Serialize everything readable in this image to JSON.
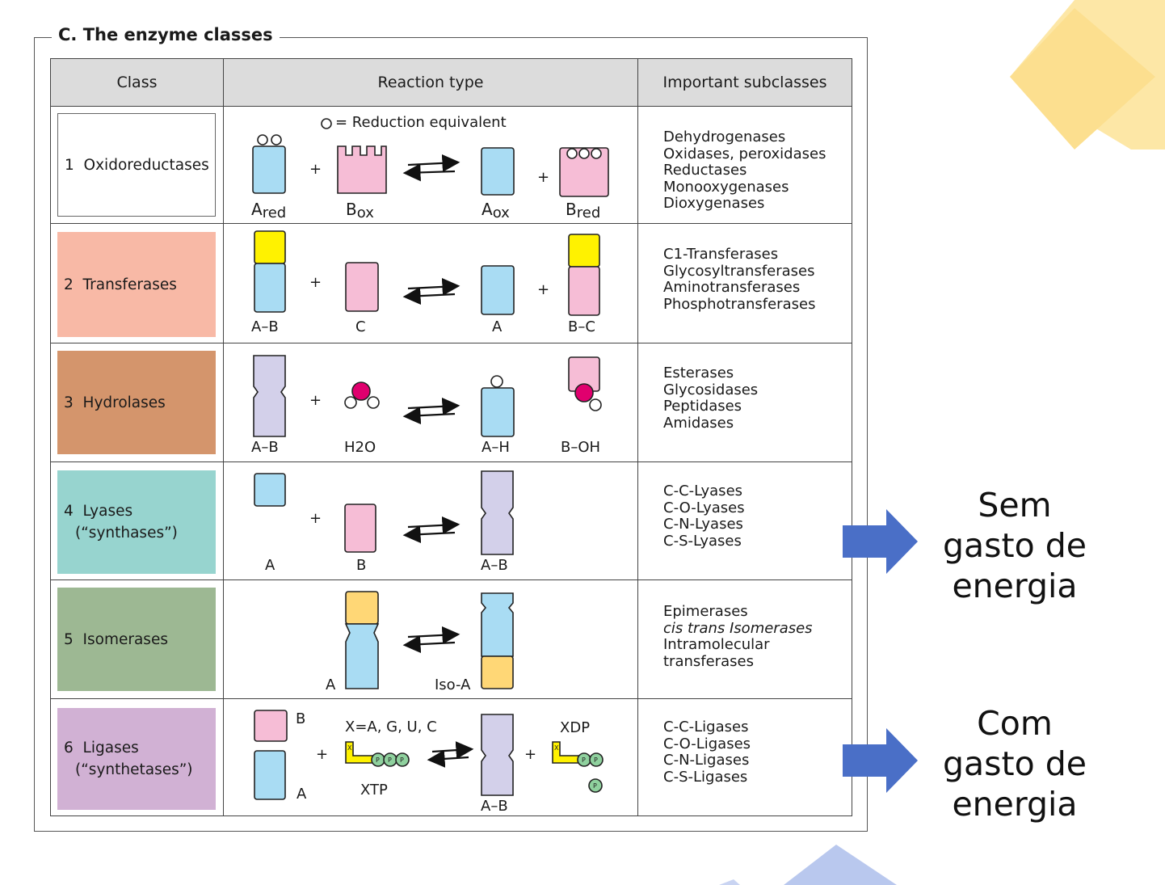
{
  "title": "C. The enzyme classes",
  "headers": {
    "class": "Class",
    "reaction": "Reaction type",
    "subclasses": "Important subclasses"
  },
  "reduction_note": "= Reduction equivalent",
  "rows": [
    {
      "num": "1",
      "name": "Oxidoreductases",
      "sub": "",
      "color": "#ffffff",
      "labels": [
        "A",
        "red",
        "B",
        "ox",
        "A",
        "ox",
        "B",
        "red"
      ],
      "subclasses": [
        "Dehydrogenases",
        "Oxidases, peroxidases",
        "Reductases",
        "Monooxygenases",
        "Dioxygenases"
      ]
    },
    {
      "num": "2",
      "name": "Transferases",
      "sub": "",
      "color": "#f8b9a6",
      "labels": [
        "A–B",
        "C",
        "A",
        "B–C"
      ],
      "subclasses": [
        "C1-Transferases",
        "Glycosyltransferases",
        "Aminotransferases",
        "Phosphotransferases"
      ]
    },
    {
      "num": "3",
      "name": "Hydrolases",
      "sub": "",
      "color": "#d4956c",
      "labels": [
        "A–B",
        "H2O",
        "A–H",
        "B–OH"
      ],
      "subclasses": [
        "Esterases",
        "Glycosidases",
        "Peptidases",
        "Amidases"
      ]
    },
    {
      "num": "4",
      "name": "Lyases",
      "sub": "(“synthases”)",
      "color": "#97d4cf",
      "labels": [
        "A",
        "B",
        "A–B"
      ],
      "subclasses": [
        "C-C-Lyases",
        "C-O-Lyases",
        "C-N-Lyases",
        "C-S-Lyases"
      ]
    },
    {
      "num": "5",
      "name": "Isomerases",
      "sub": "",
      "color": "#9db893",
      "labels": [
        "A",
        "Iso-A"
      ],
      "subclasses": [
        "Epimerases",
        "cis trans Isomerases",
        "Intramolecular",
        "transferases"
      ]
    },
    {
      "num": "6",
      "name": "Ligases",
      "sub": "(“synthetases”)",
      "color": "#d1b1d4",
      "labels": [
        "B",
        "A",
        "X=A, G, U, C",
        "XTP",
        "A–B",
        "XDP"
      ],
      "subclasses": [
        "C-C-Ligases",
        "C-O-Ligases",
        "C-N-Ligases",
        "C-S-Ligases"
      ]
    }
  ],
  "side_notes": {
    "no_energy": "Sem gasto de energia",
    "energy": "Com gasto de energia"
  },
  "colors": {
    "blue": "#a9dcf3",
    "pink": "#f6bdd6",
    "lilac": "#d3d0ea",
    "yellow": "#fff200",
    "gold": "#ffd776",
    "magenta": "#e0006e",
    "arrow": "#4a6fc7"
  }
}
